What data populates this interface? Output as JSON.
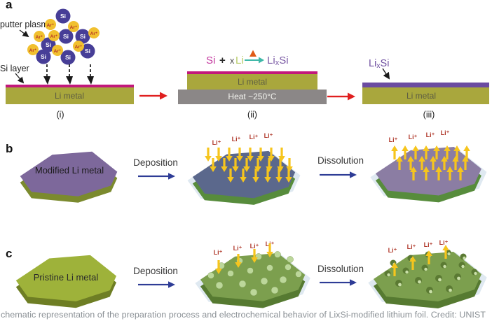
{
  "figure": {
    "panel_a": {
      "label": "a",
      "sputter_plasma_label": "putter plasma",
      "si_layer_label": "Si layer",
      "si_atom": "Si",
      "ar_ion": "Ar⁺",
      "li_metal": "Li metal",
      "step_i": "(i)",
      "step_ii": "(ii)",
      "step_iii": "(iii)",
      "heat_label": "Heat ~250°C",
      "equation": {
        "si": "Si",
        "plus": "+",
        "x": "x",
        "li": "Li",
        "product_li": "Li",
        "product_x": "x",
        "product_si": "Si"
      },
      "lixsi_label": {
        "li": "Li",
        "x": "x",
        "si": "Si"
      }
    },
    "panel_b": {
      "label": "b",
      "hex_label": "Modified Li metal",
      "deposition_label": "Deposition",
      "dissolution_label": "Dissolution",
      "ion_label": "Li⁺"
    },
    "panel_c": {
      "label": "c",
      "hex_label": "Pristine Li metal",
      "deposition_label": "Deposition",
      "dissolution_label": "Dissolution",
      "ion_label": "Li⁺"
    },
    "caption": "chematic representation of the preparation process and electrochemical behavior of LixSi-modified lithium foil. Credit: UNIST"
  },
  "colors": {
    "si_atom": "#473e97",
    "ar_ion": "#f1c02f",
    "li_metal_bar": "#a9a73d",
    "si_layer_strip": "#c2187c",
    "heat_block": "#8b8787",
    "lixsi_layer": "#6b4ba1",
    "modified_hex_top": "#7d689b",
    "pristine_hex_top": "#9eb23a",
    "green_hex_top": "#7c9f4e",
    "slate_hex_top": "#5b688c",
    "hex_side_green": "#578c3c",
    "halo": "#dfe9f1",
    "ion_text": "#b0392b",
    "flux_arrow": "#f6c51d",
    "process_arrow": "#e01f1f",
    "flow_arrow": "#2e3c96",
    "equation_si": "#c4399f",
    "equation_li": "#b8cc68",
    "equation_arrow": "#3fb8a8",
    "equation_heat_triangle": "#e05a17",
    "equation_product": "#7b5ba5",
    "caption_text": "#8b9196"
  }
}
